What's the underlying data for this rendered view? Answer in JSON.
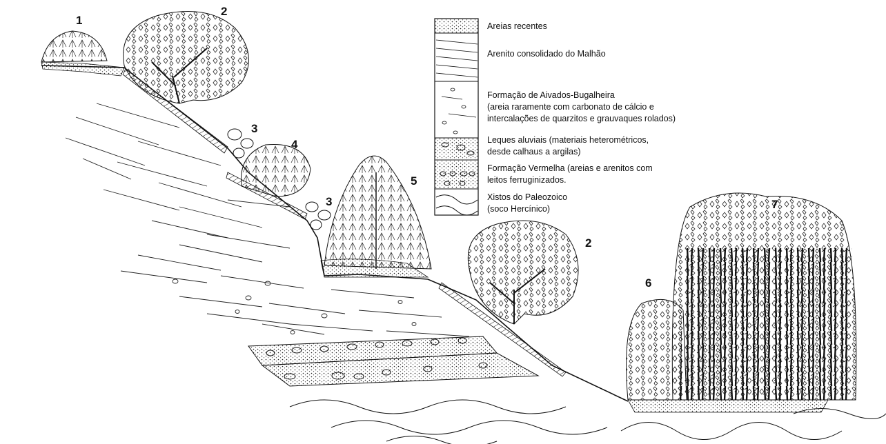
{
  "numbers": {
    "n1": "1",
    "n2a": "2",
    "n3a": "3",
    "n4": "4",
    "n5": "5",
    "n3b": "3",
    "n2b": "2",
    "n6": "6",
    "n7": "7"
  },
  "legend": {
    "areias": "Areias recentes",
    "arenito": "Arenito consolidado do Malhão",
    "formacao_l1": "Formação de Aivados-Bugalheira",
    "formacao_l2": "(areia raramente com carbonato de cálcio e",
    "formacao_l3": "intercalações de quarzitos e grauvaques rolados)",
    "leques_l1": "Leques aluviais (materiais  heterométricos,",
    "leques_l2": "desde calhaus a argilas)",
    "vermelha_l1": "Formação Vermelha (areias e arenitos com",
    "vermelha_l2": "leitos ferruginizados.",
    "xistos_l1": "Xistos do Paleozoico",
    "xistos_l2": "(soco Hercínico)"
  }
}
